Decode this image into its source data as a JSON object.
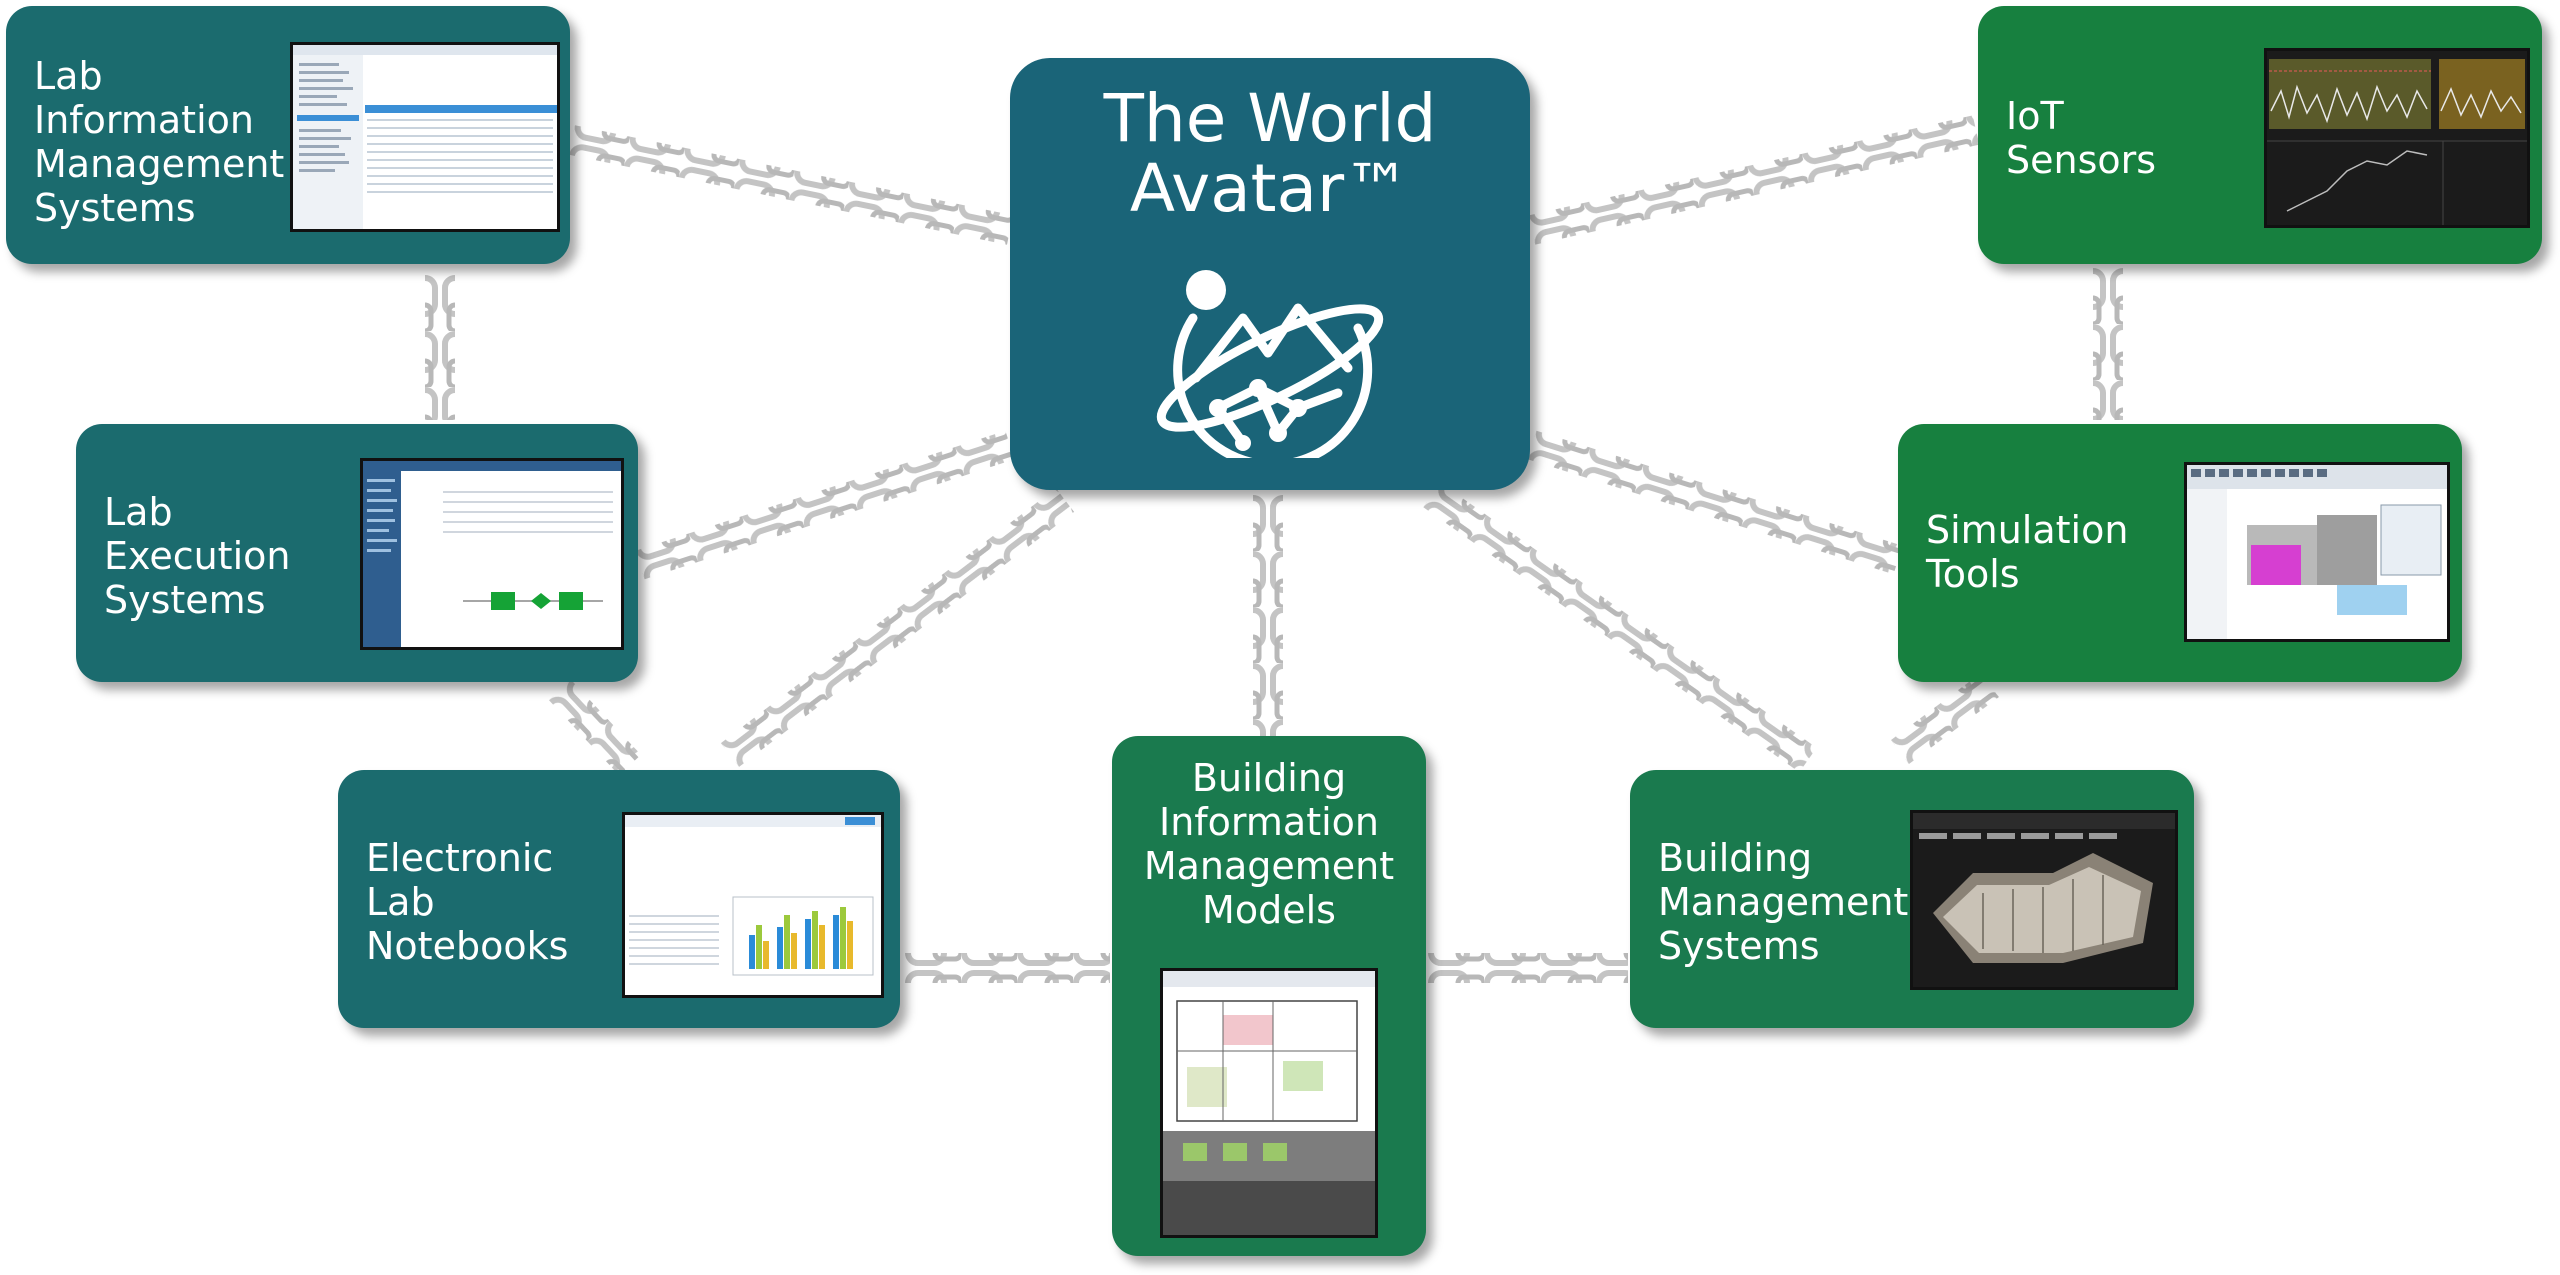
{
  "hub": {
    "title": "The World\nAvatar™",
    "logo_icon": "world-avatar-logo-icon"
  },
  "nodes": {
    "lims": "Lab\nInformation\nManagement\nSystems",
    "les": "Lab\nExecution\nSystems",
    "eln": "Electronic\nLab\nNotebooks",
    "bim": "Building\nInformation\nManagement\nModels",
    "bms": "Building\nManagement\nSystems",
    "sim": "Simulation\nTools",
    "iot": "IoT\nSensors"
  },
  "colors": {
    "hub": "#1a6478",
    "teal": "#1b6b6e",
    "green": "#17803f",
    "chain": "#c4c4c4"
  },
  "connector_icon": "chain-link-icon"
}
